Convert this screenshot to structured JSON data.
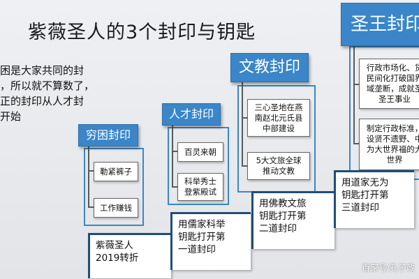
{
  "title": "紫薇圣人的3个封印与钥匙",
  "intro_lines": [
    "困是大家共同的封",
    "，所以就不算数了，",
    "正的封印从人才封",
    "开始"
  ],
  "seals": {
    "poverty": {
      "title": "穷困封印",
      "items": [
        "勒紧裤子",
        "工作赚钱"
      ]
    },
    "talent": {
      "title": "人才封印",
      "items": [
        "百灵来朝",
        "科举秀士\n登紫殿试"
      ]
    },
    "culture": {
      "title": "文教封印",
      "items": [
        "三心圣地在燕\n南赵北元氏县\n中部建设",
        "5大文旅全球\n推动文教"
      ]
    },
    "king": {
      "title": "圣王封印",
      "items": [
        "行政市场化、货\n民间化打破国界\n域垄断，成就圣\n圣王事业",
        "制定行政标准，\n设贤不遗野、中\n为大世界福的大\n世界"
      ]
    }
  },
  "steps": [
    "紫薇圣人\n2019转折",
    "用儒家科举\n钥匙打开第\n一道封印",
    "用佛教文旅\n钥匙打开第\n二道封印",
    "用道家无为\n钥匙打开第\n三道封印"
  ],
  "watermark": "百家号/孔子政",
  "colors": {
    "accent": "#3a86c8",
    "step_border": "#1f4e79"
  }
}
